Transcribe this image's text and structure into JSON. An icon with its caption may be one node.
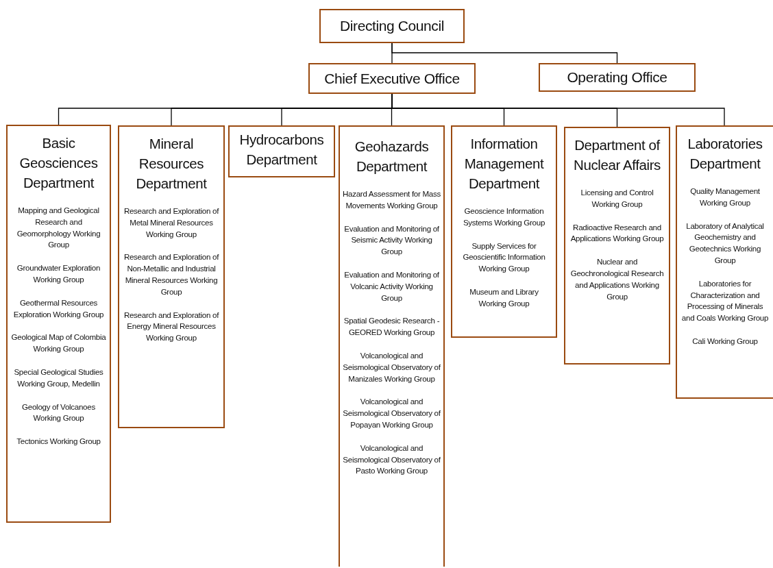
{
  "diagram": {
    "nodes": [
      {
        "text": [
          "Directing Council"
        ]
      },
      {
        "text": [
          "Chief Executive Office"
        ]
      },
      {
        "text": [
          "Operating Office"
        ]
      },
      {
        "text": [
          "Basic Geosciences Department",
          "Mapping and Geological Research and Geomorphology Working Group",
          "Groundwater Exploration Working Group",
          "Geothermal Resources Exploration Working Group",
          "Geological Map of Colombia Working Group",
          "Special Geological Studies Working Group, Medellin",
          "Geology of Volcanoes Working Group",
          "Tectonics Working Group"
        ]
      },
      {
        "text": [
          "Mineral Resources Department",
          "Research and Exploration of Metal Mineral Resources Working Group",
          "Research and Exploration of Non-Metallic and Industrial Mineral Resources Working Group",
          "Research and Exploration of Energy Mineral Resources Working Group"
        ]
      },
      {
        "text": [
          "Hydrocarbons Department"
        ]
      },
      {
        "text": [
          "Geohazards Department",
          "Hazard Assessment for Mass Movements Working Group",
          "Evaluation and Monitoring of Seismic Activity Working Group",
          "Evaluation and Monitoring of Volcanic Activity Working Group",
          "Spatial Geodesic Research - GEORED Working Group",
          "Volcanological and Seismological Observatory of Manizales Working Group",
          "Volcanological and Seismological Observatory of Popayan Working Group",
          "Volcanological and Seismological Observatory of Pasto Working Group"
        ]
      },
      {
        "text": [
          "Information Management Department",
          "Geoscience Information Systems Working Group",
          "Supply Services for Geoscientific Information Working Group",
          "Museum and Library Working Group"
        ]
      },
      {
        "text": [
          "Department of Nuclear Affairs",
          "Licensing and Control Working Group",
          "Radioactive Research and Applications Working Group",
          "Nuclear and Geochronological Research and Applications Working Group"
        ]
      },
      {
        "text": [
          "Laboratories Department",
          "Quality Management Working Group",
          "Laboratory of Analytical Geochemistry and Geotechnics Working Group",
          "Laboratories for Characterization and Processing of Minerals and Coals Working Group",
          "Cali Working Group"
        ]
      }
    ],
    "edges": [
      {
        "from": 0,
        "to": 1,
        "arrow": "none"
      },
      {
        "from": 0,
        "to": 2,
        "arrow": "none"
      },
      {
        "from": 1,
        "to": 3,
        "arrow": "none"
      },
      {
        "from": 1,
        "to": 4,
        "arrow": "none"
      },
      {
        "from": 1,
        "to": 5,
        "arrow": "none"
      },
      {
        "from": 1,
        "to": 6,
        "arrow": "none"
      },
      {
        "from": 1,
        "to": 7,
        "arrow": "none"
      },
      {
        "from": 1,
        "to": 8,
        "arrow": "none"
      },
      {
        "from": 1,
        "to": 9,
        "arrow": "none"
      }
    ]
  }
}
